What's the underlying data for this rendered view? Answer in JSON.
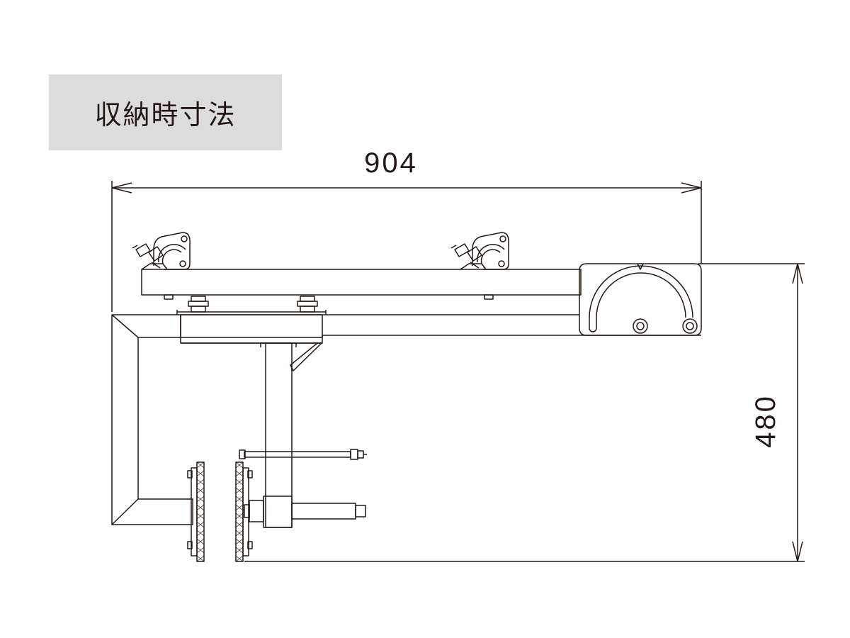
{
  "title": "収納時寸法",
  "dimensions": {
    "width": "904",
    "height": "480"
  },
  "colors": {
    "line": "#231815",
    "title_background": "#dcdcdc"
  }
}
